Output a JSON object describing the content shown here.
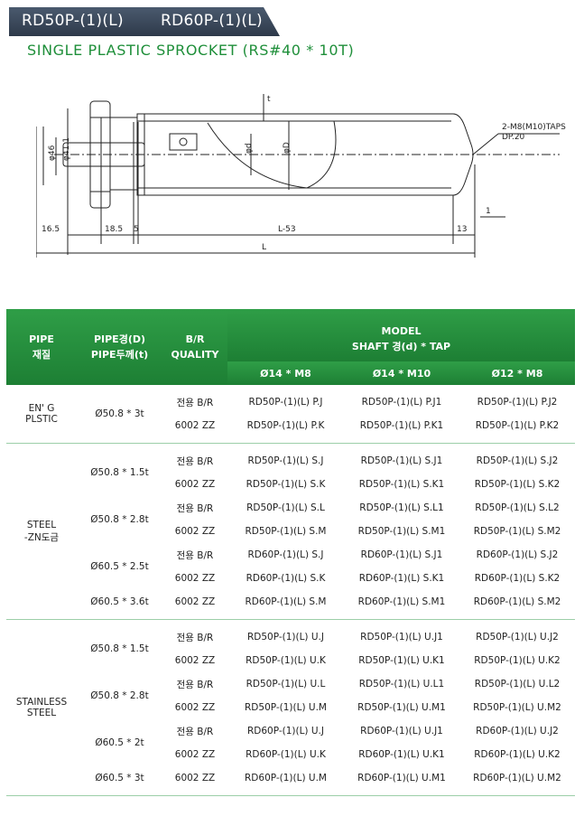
{
  "header": {
    "title_left": "RD50P-(1)(L)",
    "title_right": "RD60P-(1)(L)",
    "subtitle": "SINGLE PLASTIC SPROCKET (RS#40 * 10T)",
    "accent_color": "#1f8f3a",
    "tab_color": "#3a4758"
  },
  "drawing": {
    "dim_phi46": "φ46",
    "dim_phi41": "φ41.1",
    "dim_phid": "φd",
    "dim_phiD": "φD",
    "dim_t": "t",
    "dim_165": "16.5",
    "dim_185": "18.5",
    "dim_5": "5",
    "dim_L53": "L-53",
    "dim_13": "13",
    "dim_1": "1",
    "dim_L": "L",
    "tap_note_1": "2-M8(M10)TAPS",
    "tap_note_2": "DP.20"
  },
  "table": {
    "header_color": "#1d7f34",
    "headers": {
      "pipe_material_1": "PIPE",
      "pipe_material_2": "재질",
      "pipe_dim_1": "PIPE경(D)",
      "pipe_dim_2": "PIPE두께(t)",
      "br_1": "B/R",
      "br_2": "QUALITY",
      "model_1": "MODEL",
      "model_2": "SHAFT 경(d) * TAP",
      "shaft_1": "Ø14 * M8",
      "shaft_2": "Ø14 * M10",
      "shaft_3": "Ø12 * M8"
    },
    "groups": [
      {
        "material": [
          "EN' G",
          "PLSTIC"
        ],
        "sizes": [
          {
            "pipe": "Ø50.8 * 3t",
            "rows": [
              {
                "br": "전용 B/R",
                "m1": "RD50P-(1)(L) P.J",
                "m2": "RD50P-(1)(L) P.J1",
                "m3": "RD50P-(1)(L) P.J2"
              },
              {
                "br": "6002 ZZ",
                "m1": "RD50P-(1)(L) P.K",
                "m2": "RD50P-(1)(L) P.K1",
                "m3": "RD50P-(1)(L) P.K2"
              }
            ]
          }
        ]
      },
      {
        "material": [
          "STEEL",
          "-ZN도금"
        ],
        "sizes": [
          {
            "pipe": "Ø50.8 * 1.5t",
            "rows": [
              {
                "br": "전용 B/R",
                "m1": "RD50P-(1)(L) S.J",
                "m2": "RD50P-(1)(L) S.J1",
                "m3": "RD50P-(1)(L) S.J2"
              },
              {
                "br": "6002 ZZ",
                "m1": "RD50P-(1)(L) S.K",
                "m2": "RD50P-(1)(L) S.K1",
                "m3": "RD50P-(1)(L) S.K2"
              }
            ]
          },
          {
            "pipe": "Ø50.8 * 2.8t",
            "rows": [
              {
                "br": "전용 B/R",
                "m1": "RD50P-(1)(L) S.L",
                "m2": "RD50P-(1)(L) S.L1",
                "m3": "RD50P-(1)(L) S.L2"
              },
              {
                "br": "6002 ZZ",
                "m1": "RD50P-(1)(L) S.M",
                "m2": "RD50P-(1)(L) S.M1",
                "m3": "RD50P-(1)(L) S.M2"
              }
            ]
          },
          {
            "pipe": "Ø60.5 * 2.5t",
            "rows": [
              {
                "br": "전용 B/R",
                "m1": "RD60P-(1)(L) S.J",
                "m2": "RD60P-(1)(L) S.J1",
                "m3": "RD60P-(1)(L) S.J2"
              },
              {
                "br": "6002 ZZ",
                "m1": "RD60P-(1)(L) S.K",
                "m2": "RD60P-(1)(L) S.K1",
                "m3": "RD60P-(1)(L) S.K2"
              }
            ]
          },
          {
            "pipe": "Ø60.5 * 3.6t",
            "rows": [
              {
                "br": "6002 ZZ",
                "m1": "RD60P-(1)(L) S.M",
                "m2": "RD60P-(1)(L) S.M1",
                "m3": "RD60P-(1)(L) S.M2"
              }
            ]
          }
        ]
      },
      {
        "material": [
          "STAINLESS",
          "STEEL"
        ],
        "sizes": [
          {
            "pipe": "Ø50.8 * 1.5t",
            "rows": [
              {
                "br": "전용 B/R",
                "m1": "RD50P-(1)(L) U.J",
                "m2": "RD50P-(1)(L) U.J1",
                "m3": "RD50P-(1)(L) U.J2"
              },
              {
                "br": "6002 ZZ",
                "m1": "RD50P-(1)(L) U.K",
                "m2": "RD50P-(1)(L) U.K1",
                "m3": "RD50P-(1)(L) U.K2"
              }
            ]
          },
          {
            "pipe": "Ø50.8 * 2.8t",
            "rows": [
              {
                "br": "전용 B/R",
                "m1": "RD50P-(1)(L) U.L",
                "m2": "RD50P-(1)(L) U.L1",
                "m3": "RD50P-(1)(L) U.L2"
              },
              {
                "br": "6002 ZZ",
                "m1": "RD50P-(1)(L) U.M",
                "m2": "RD50P-(1)(L) U.M1",
                "m3": "RD50P-(1)(L) U.M2"
              }
            ]
          },
          {
            "pipe": "Ø60.5 * 2t",
            "rows": [
              {
                "br": "전용 B/R",
                "m1": "RD60P-(1)(L) U.J",
                "m2": "RD60P-(1)(L) U.J1",
                "m3": "RD60P-(1)(L) U.J2"
              },
              {
                "br": "6002 ZZ",
                "m1": "RD60P-(1)(L) U.K",
                "m2": "RD60P-(1)(L) U.K1",
                "m3": "RD60P-(1)(L) U.K2"
              }
            ]
          },
          {
            "pipe": "Ø60.5 * 3t",
            "rows": [
              {
                "br": "6002 ZZ",
                "m1": "RD60P-(1)(L) U.M",
                "m2": "RD60P-(1)(L) U.M1",
                "m3": "RD60P-(1)(L) U.M2"
              }
            ]
          }
        ]
      }
    ]
  }
}
